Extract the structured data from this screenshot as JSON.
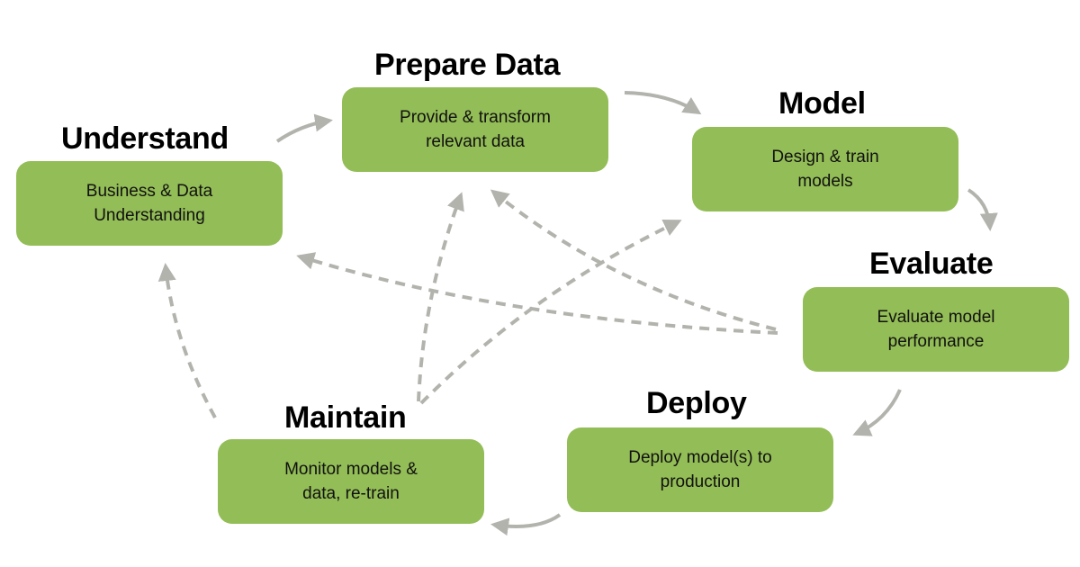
{
  "colors": {
    "box_fill": "#93bd56",
    "arrow": "#b3b3ae",
    "title_text": "#000000",
    "box_text": "#111111",
    "background": "#ffffff"
  },
  "stages": {
    "understand": {
      "title": "Understand",
      "lines": [
        "Business & Data",
        "Understanding"
      ]
    },
    "prepare": {
      "title": "Prepare Data",
      "lines": [
        "Provide & transform",
        "relevant data"
      ]
    },
    "model": {
      "title": "Model",
      "lines": [
        "Design & train",
        "models"
      ]
    },
    "evaluate": {
      "title": "Evaluate",
      "lines": [
        "Evaluate model",
        "performance"
      ]
    },
    "deploy": {
      "title": "Deploy",
      "lines": [
        "Deploy model(s) to",
        "production"
      ]
    },
    "maintain": {
      "title": "Maintain",
      "lines": [
        "Monitor models &",
        "data, re-train"
      ]
    }
  }
}
